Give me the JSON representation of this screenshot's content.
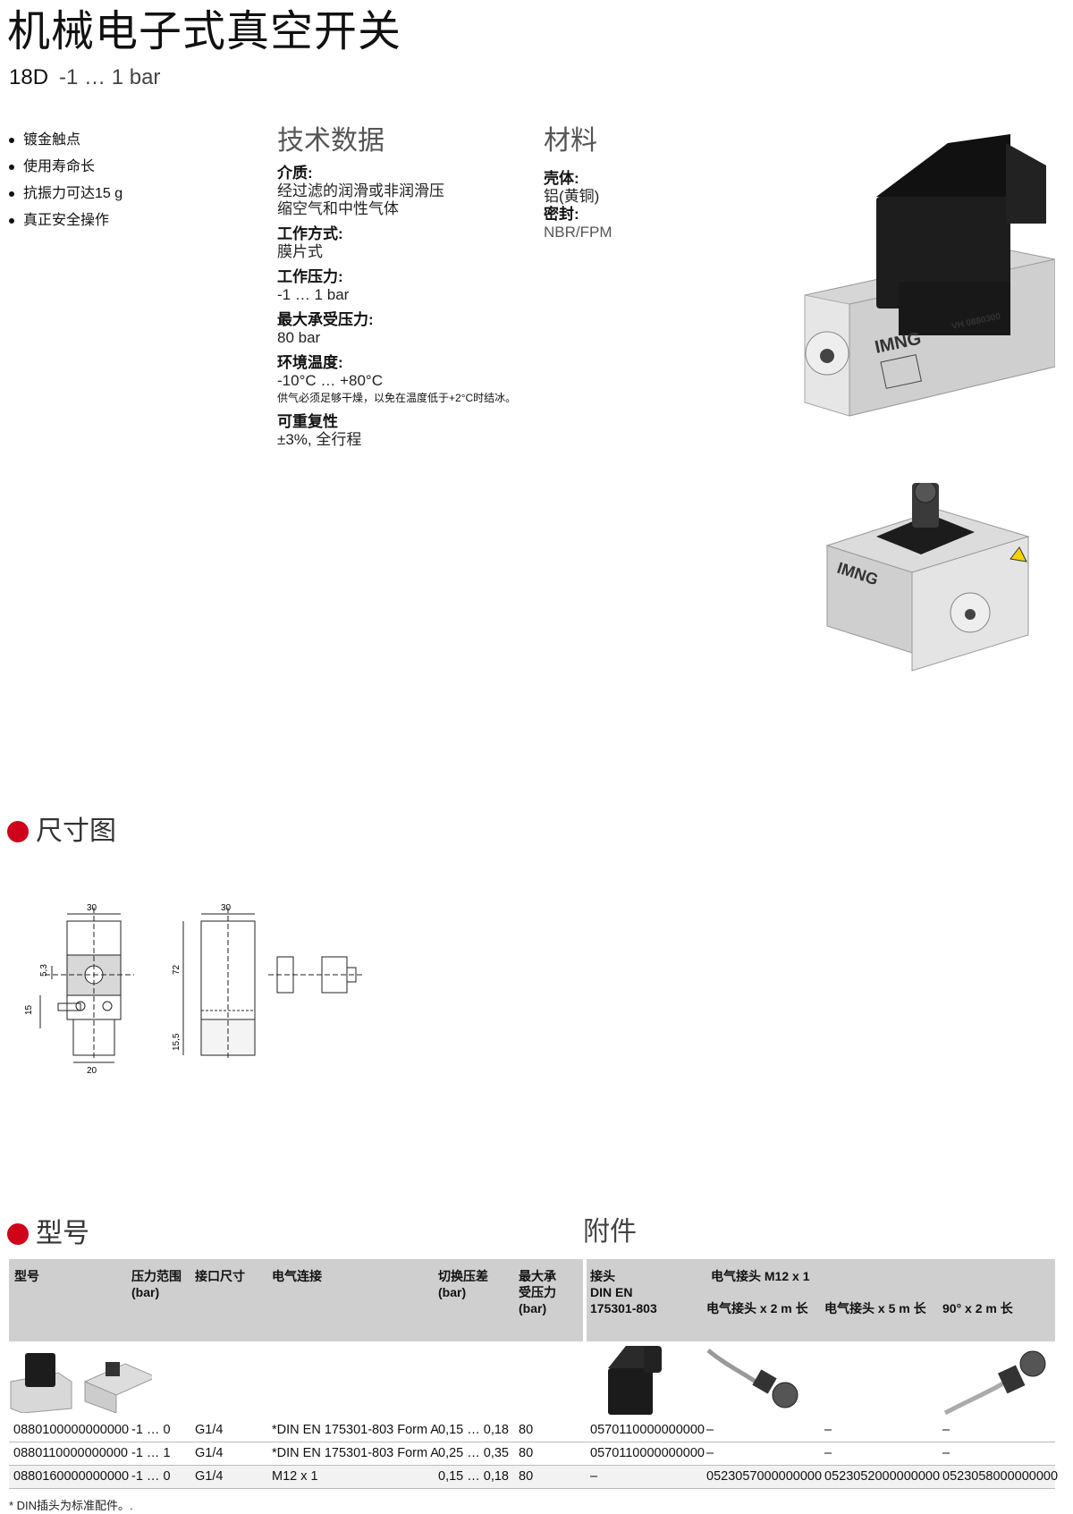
{
  "title": "机械电子式真空开关",
  "subtitle": {
    "model": "18D",
    "range": "-1 … 1 bar"
  },
  "features": [
    "镀金触点",
    "使用寿命长",
    "抗振力可达15 g",
    "真正安全操作"
  ],
  "tech": {
    "heading": "技术数据",
    "items": [
      {
        "label": "介质:",
        "value": "经过滤的润滑或非润滑压",
        "value2": "缩空气和中性气体"
      },
      {
        "label": "工作方式:",
        "value": "膜片式"
      },
      {
        "label": "工作压力:",
        "value": "-1 … 1 bar"
      },
      {
        "label": "最大承受压力:",
        "value": "80 bar"
      },
      {
        "label": "环境温度:",
        "value": "-10°C … +80°C",
        "note": "供气必须足够干燥，以免在温度低于+2°C时结冰。"
      },
      {
        "label": "可重复性",
        "value": "±3%, 全行程"
      }
    ]
  },
  "materials": {
    "heading": "材料",
    "items": [
      {
        "label": "壳体:",
        "value": "铝(黄铜)"
      },
      {
        "label": "密封:",
        "value": "NBR/FPM"
      }
    ]
  },
  "product_photos": {
    "top_brand": "IMNG",
    "top_code": "VH 0880300",
    "bottom_brand": "IMNG"
  },
  "dimension": {
    "heading": "尺寸图",
    "labels": {
      "w1": "30",
      "w2": "30",
      "h53": "5,3",
      "h15": "15",
      "w20": "20",
      "h72": "72",
      "h155": "15,5"
    }
  },
  "models": {
    "heading": "型号",
    "accessories_heading": "附件",
    "headers": {
      "model": "型号",
      "range": "压力范围\n(bar)",
      "port": "接口尺寸",
      "connection": "电气连接",
      "hysteresis": "切换压差\n(bar)",
      "max": "最大承\n受压力\n(bar)",
      "din": "接头\nDIN EN\n175301-803",
      "m12": "电气接头 M12 x 1",
      "m12_2m": "电气接头 x 2 m 长",
      "m12_5m": "电气接头 x 5 m 长",
      "m12_90": "90° x 2 m 长"
    },
    "rows": [
      {
        "code": "0880100000000000",
        "range": "-1 … 0",
        "port": "G1/4",
        "conn": "*DIN EN 175301-803 Form A",
        "hyst": "0,15 … 0,18",
        "max": "80",
        "din": "0570110000000000",
        "m2": "–",
        "m5": "–",
        "m90": "–"
      },
      {
        "code": "0880110000000000",
        "range": "-1 … 1",
        "port": "G1/4",
        "conn": "*DIN EN 175301-803 Form A",
        "hyst": "0,25 … 0,35",
        "max": "80",
        "din": "0570110000000000",
        "m2": "–",
        "m5": "–",
        "m90": "–"
      },
      {
        "code": "0880160000000000",
        "range": "-1 … 0",
        "port": "G1/4",
        "conn": "M12 x 1",
        "hyst": "0,15 … 0,18",
        "max": "80",
        "din": "–",
        "m2": "0523057000000000",
        "m5": "0523052000000000",
        "m90": "0523058000000000"
      }
    ],
    "footnote": "* DIN插头为标准配件。."
  }
}
